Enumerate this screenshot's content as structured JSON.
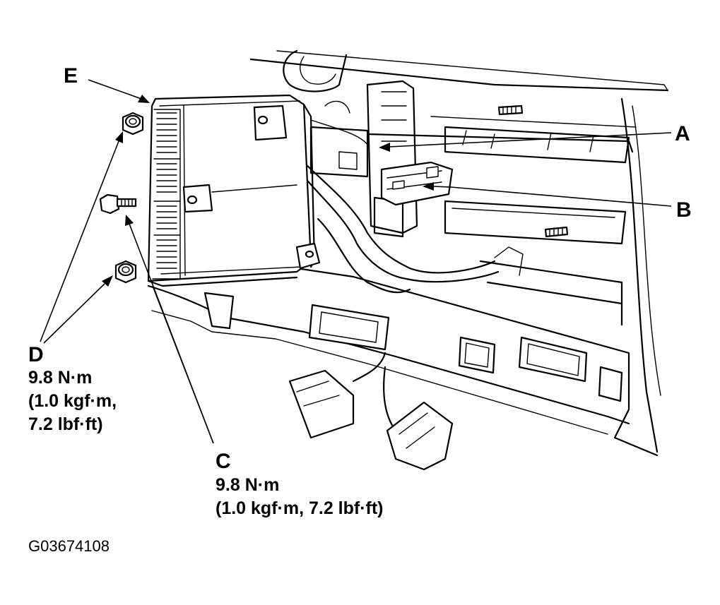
{
  "callouts": {
    "a": "A",
    "b": "B",
    "c": "C",
    "d": "D",
    "e": "E"
  },
  "torque_c": {
    "line1": "9.8 N·m",
    "line2": "(1.0 kgf·m, 7.2 lbf·ft)"
  },
  "torque_d": {
    "line1": "9.8 N·m",
    "line2": "(1.0 kgf·m,",
    "line3": "7.2 lbf·ft)"
  },
  "figure_code": "G03674108"
}
